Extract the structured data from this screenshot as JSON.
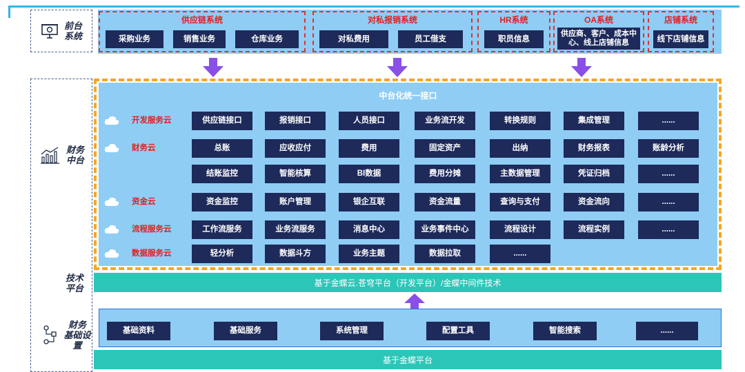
{
  "front": {
    "side_label_1": "前台",
    "side_label_2": "系统",
    "groups": [
      {
        "title": "供应链系统",
        "items": [
          "采购业务",
          "销售业务",
          "仓库业务"
        ]
      },
      {
        "title": "对私报销系统",
        "items": [
          "对私费用",
          "员工借支"
        ]
      },
      {
        "title": "HR系统",
        "items": [
          "职员信息"
        ]
      },
      {
        "title": "OA系统",
        "items": [
          "供应商、客户、成本中心、线上店铺信息"
        ]
      },
      {
        "title": "店铺系统",
        "items": [
          "线下店铺信息"
        ]
      }
    ]
  },
  "middle": {
    "side_label_1": "财务",
    "side_label_2": "中台",
    "title": "中台化统一接口",
    "rows": [
      {
        "cloud": "开发服务云",
        "items": [
          "供应链接口",
          "报销接口",
          "人员接口",
          "业务流开发",
          "转换规则",
          "集成管理",
          "......"
        ]
      },
      {
        "cloud": "财务云",
        "items": [
          "总账",
          "应收应付",
          "费用",
          "固定资产",
          "出纳",
          "财务报表",
          "账龄分析"
        ]
      },
      {
        "cloud": "",
        "items": [
          "结账监控",
          "智能核算",
          "BI数据",
          "费用分摊",
          "主数据管理",
          "凭证归档",
          "......"
        ]
      },
      {
        "cloud": "资金云",
        "items": [
          "资金监控",
          "账户管理",
          "银企互联",
          "资金流量",
          "查询与支付",
          "资金流向",
          "......"
        ]
      },
      {
        "cloud": "流程服务云",
        "items": [
          "工作流服务",
          "业务流服务",
          "消息中心",
          "业务事件中心",
          "流程设计",
          "流程实例",
          "......"
        ]
      },
      {
        "cloud": "数据服务云",
        "items": [
          "轻分析",
          "数据斗方",
          "业务主题",
          "数据拉取",
          "......"
        ]
      }
    ]
  },
  "tech": {
    "side_label_1": "技术",
    "side_label_2": "平台",
    "bar_text": "基于金蝶云.苍穹平台（开发平台）/金蝶中间件技术"
  },
  "base": {
    "side_label_1": "财务",
    "side_label_2": "基础设",
    "side_label_3": "置",
    "items": [
      "基础资料",
      "基础服务",
      "系统管理",
      "配置工具",
      "智能搜索",
      "......"
    ],
    "bar_text": "基于金蝶平台"
  },
  "colors": {
    "navy": "#1d2a5a",
    "panel": "#8fcdf5",
    "red": "#e02020",
    "orange": "#f5a623",
    "teal": "#2cc6b8",
    "purple": "#8a4fe8"
  }
}
